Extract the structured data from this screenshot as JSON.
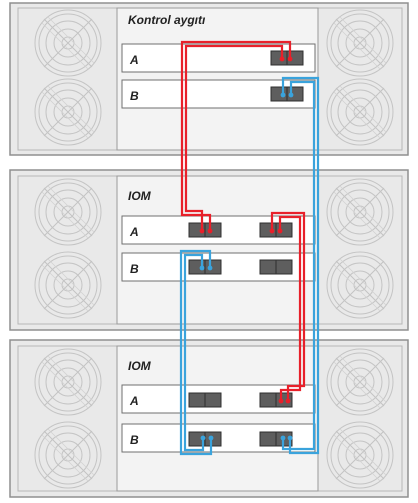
{
  "colors": {
    "chassis_fill": "#e9e9e9",
    "chassis_stroke": "#8f8f8f",
    "fan_stroke": "#c4c4c4",
    "module_fill": "#ffffff",
    "module_stroke": "#6f6f6f",
    "port_fill": "#5e5e5e",
    "port_dark": "#2f2f2f",
    "cable_red": "#e8202a",
    "cable_blue": "#3aa3dc"
  },
  "enclosures": [
    {
      "title": "Kontrol aygıtı",
      "modules": [
        {
          "label": "A",
          "ports": [
            {
              "connected": "red"
            }
          ]
        },
        {
          "label": "B",
          "ports": [
            {
              "connected": "blue"
            }
          ]
        }
      ]
    },
    {
      "title": "IOM",
      "modules": [
        {
          "label": "A",
          "ports": [
            {
              "connected": "red"
            },
            {
              "connected": "red"
            }
          ]
        },
        {
          "label": "B",
          "ports": [
            {
              "connected": "blue"
            },
            {
              "connected": "none"
            }
          ]
        }
      ]
    },
    {
      "title": "IOM",
      "modules": [
        {
          "label": "A",
          "ports": [
            {
              "connected": "none"
            },
            {
              "connected": "red"
            }
          ]
        },
        {
          "label": "B",
          "ports": [
            {
              "connected": "blue"
            },
            {
              "connected": "blue"
            }
          ]
        }
      ]
    }
  ],
  "cables": [
    {
      "color": "red",
      "from": "Kontrol aygıtı A",
      "to": "IOM 1 A (port 1)"
    },
    {
      "color": "red",
      "from": "IOM 1 A (port 2)",
      "to": "IOM 2 A (port 2)"
    },
    {
      "color": "blue",
      "from": "Kontrol aygıtı B",
      "to": "IOM 2 B (port 2)"
    },
    {
      "color": "blue",
      "from": "IOM 1 B (port 1)",
      "to": "IOM 2 B (port 1)"
    }
  ]
}
